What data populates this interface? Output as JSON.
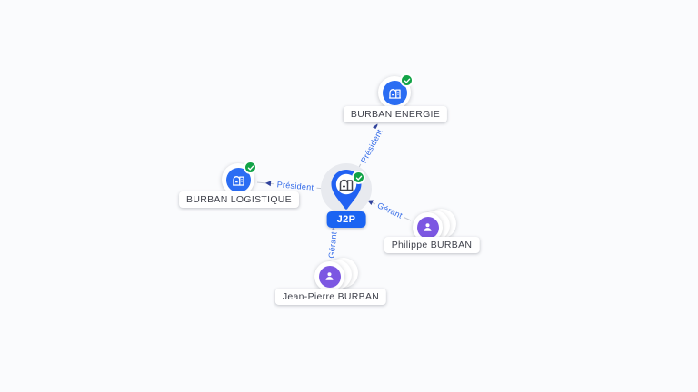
{
  "app": {
    "background": "#fafbfd"
  },
  "graph": {
    "center_node": {
      "id": "j2p",
      "label": "J2P",
      "type": "company",
      "verified": true
    },
    "nodes": [
      {
        "id": "burban-energie",
        "label": "BURBAN ENERGIE",
        "type": "company",
        "verified": true
      },
      {
        "id": "burban-logistique",
        "label": "BURBAN LOGISTIQUE",
        "type": "company",
        "verified": true
      },
      {
        "id": "philippe-burban",
        "label": "Philippe BURBAN",
        "type": "person",
        "grouped": true
      },
      {
        "id": "jean-pierre-burban",
        "label": "Jean-Pierre BURBAN",
        "type": "person",
        "grouped": true
      }
    ],
    "edges": [
      {
        "from": "J2P",
        "to": "BURBAN ENERGIE",
        "label": "Président"
      },
      {
        "from": "J2P",
        "to": "BURBAN LOGISTIQUE",
        "label": "Président"
      },
      {
        "from": "Philippe BURBAN",
        "to": "J2P",
        "label": "Gérant"
      },
      {
        "from": "Jean-Pierre BURBAN",
        "to": "J2P",
        "label": "Gérant"
      }
    ],
    "colors": {
      "company_blue": "#2b6df3",
      "pin_blue": "#2161f2",
      "person_purple": "#7c57e2",
      "verified_green": "#12a347",
      "edge_line": "#c5c9d3",
      "edge_label_blue": "#3169e8",
      "chip_text": "#40424c",
      "background": "#fafbfd"
    }
  }
}
